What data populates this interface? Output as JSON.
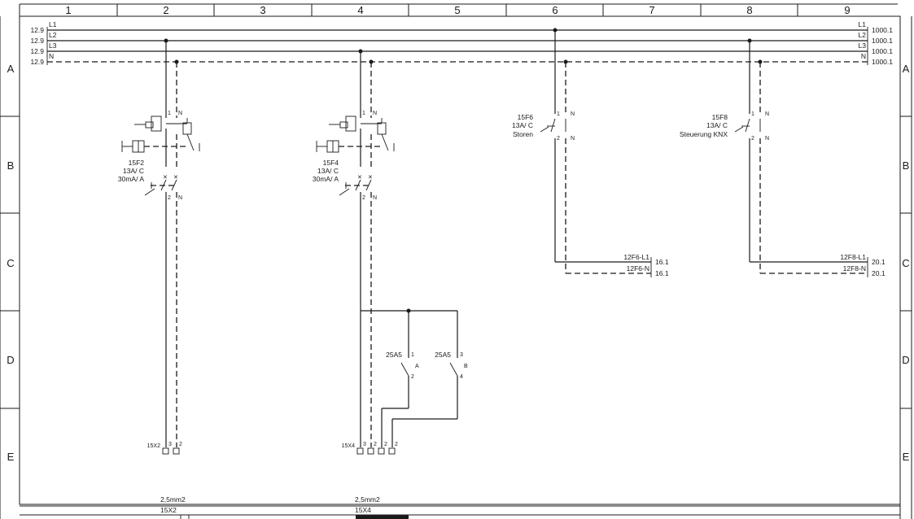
{
  "grid": {
    "columns": [
      "1",
      "2",
      "3",
      "4",
      "5",
      "6",
      "7",
      "8",
      "9"
    ],
    "rows": [
      "A",
      "B",
      "C",
      "D",
      "E"
    ]
  },
  "busbars": [
    {
      "name": "L1",
      "left_ref": "12.9",
      "right_ref": "1000.1"
    },
    {
      "name": "L2",
      "left_ref": "12.9",
      "right_ref": "1000.1"
    },
    {
      "name": "L3",
      "left_ref": "12.9",
      "right_ref": "1000.1"
    },
    {
      "name": "N",
      "left_ref": "12.9",
      "right_ref": "1000.1"
    }
  ],
  "rcbos": [
    {
      "tag": "15F2",
      "rating": "13A/  C",
      "trip": "30mA/  A"
    },
    {
      "tag": "15F4",
      "rating": "13A/  C",
      "trip": "30mA/  A"
    }
  ],
  "breakers": [
    {
      "tag": "15F6",
      "rating": "13A/  C",
      "desc": "Storen"
    },
    {
      "tag": "15F8",
      "rating": "13A/  C",
      "desc": "Steuerung KNX"
    }
  ],
  "terminals": {
    "pole1": "1",
    "pole2": "2",
    "neutral": "N"
  },
  "crossrefs": [
    {
      "l_name": "12F6-L1",
      "n_name": "12F6-N",
      "l_ref": "16.1",
      "n_ref": "16.1"
    },
    {
      "l_name": "12F8-L1",
      "n_name": "12F8-N",
      "l_ref": "20.1",
      "n_ref": "20.1"
    }
  ],
  "contacts": [
    {
      "tag": "25A5",
      "top": "1",
      "bottom": "2",
      "label": "A"
    },
    {
      "tag": "25A5",
      "top": "3",
      "bottom": "4",
      "label": "B"
    }
  ],
  "terminal_strips": [
    {
      "name": "15X2",
      "nums": [
        "3",
        "2"
      ]
    },
    {
      "name": "15X4",
      "nums": [
        "3",
        "2",
        "2",
        "2"
      ]
    }
  ],
  "cables": [
    {
      "size": "2,5mm2",
      "name": "15X2"
    },
    {
      "size": "2,5mm2",
      "name": "15X4"
    }
  ]
}
